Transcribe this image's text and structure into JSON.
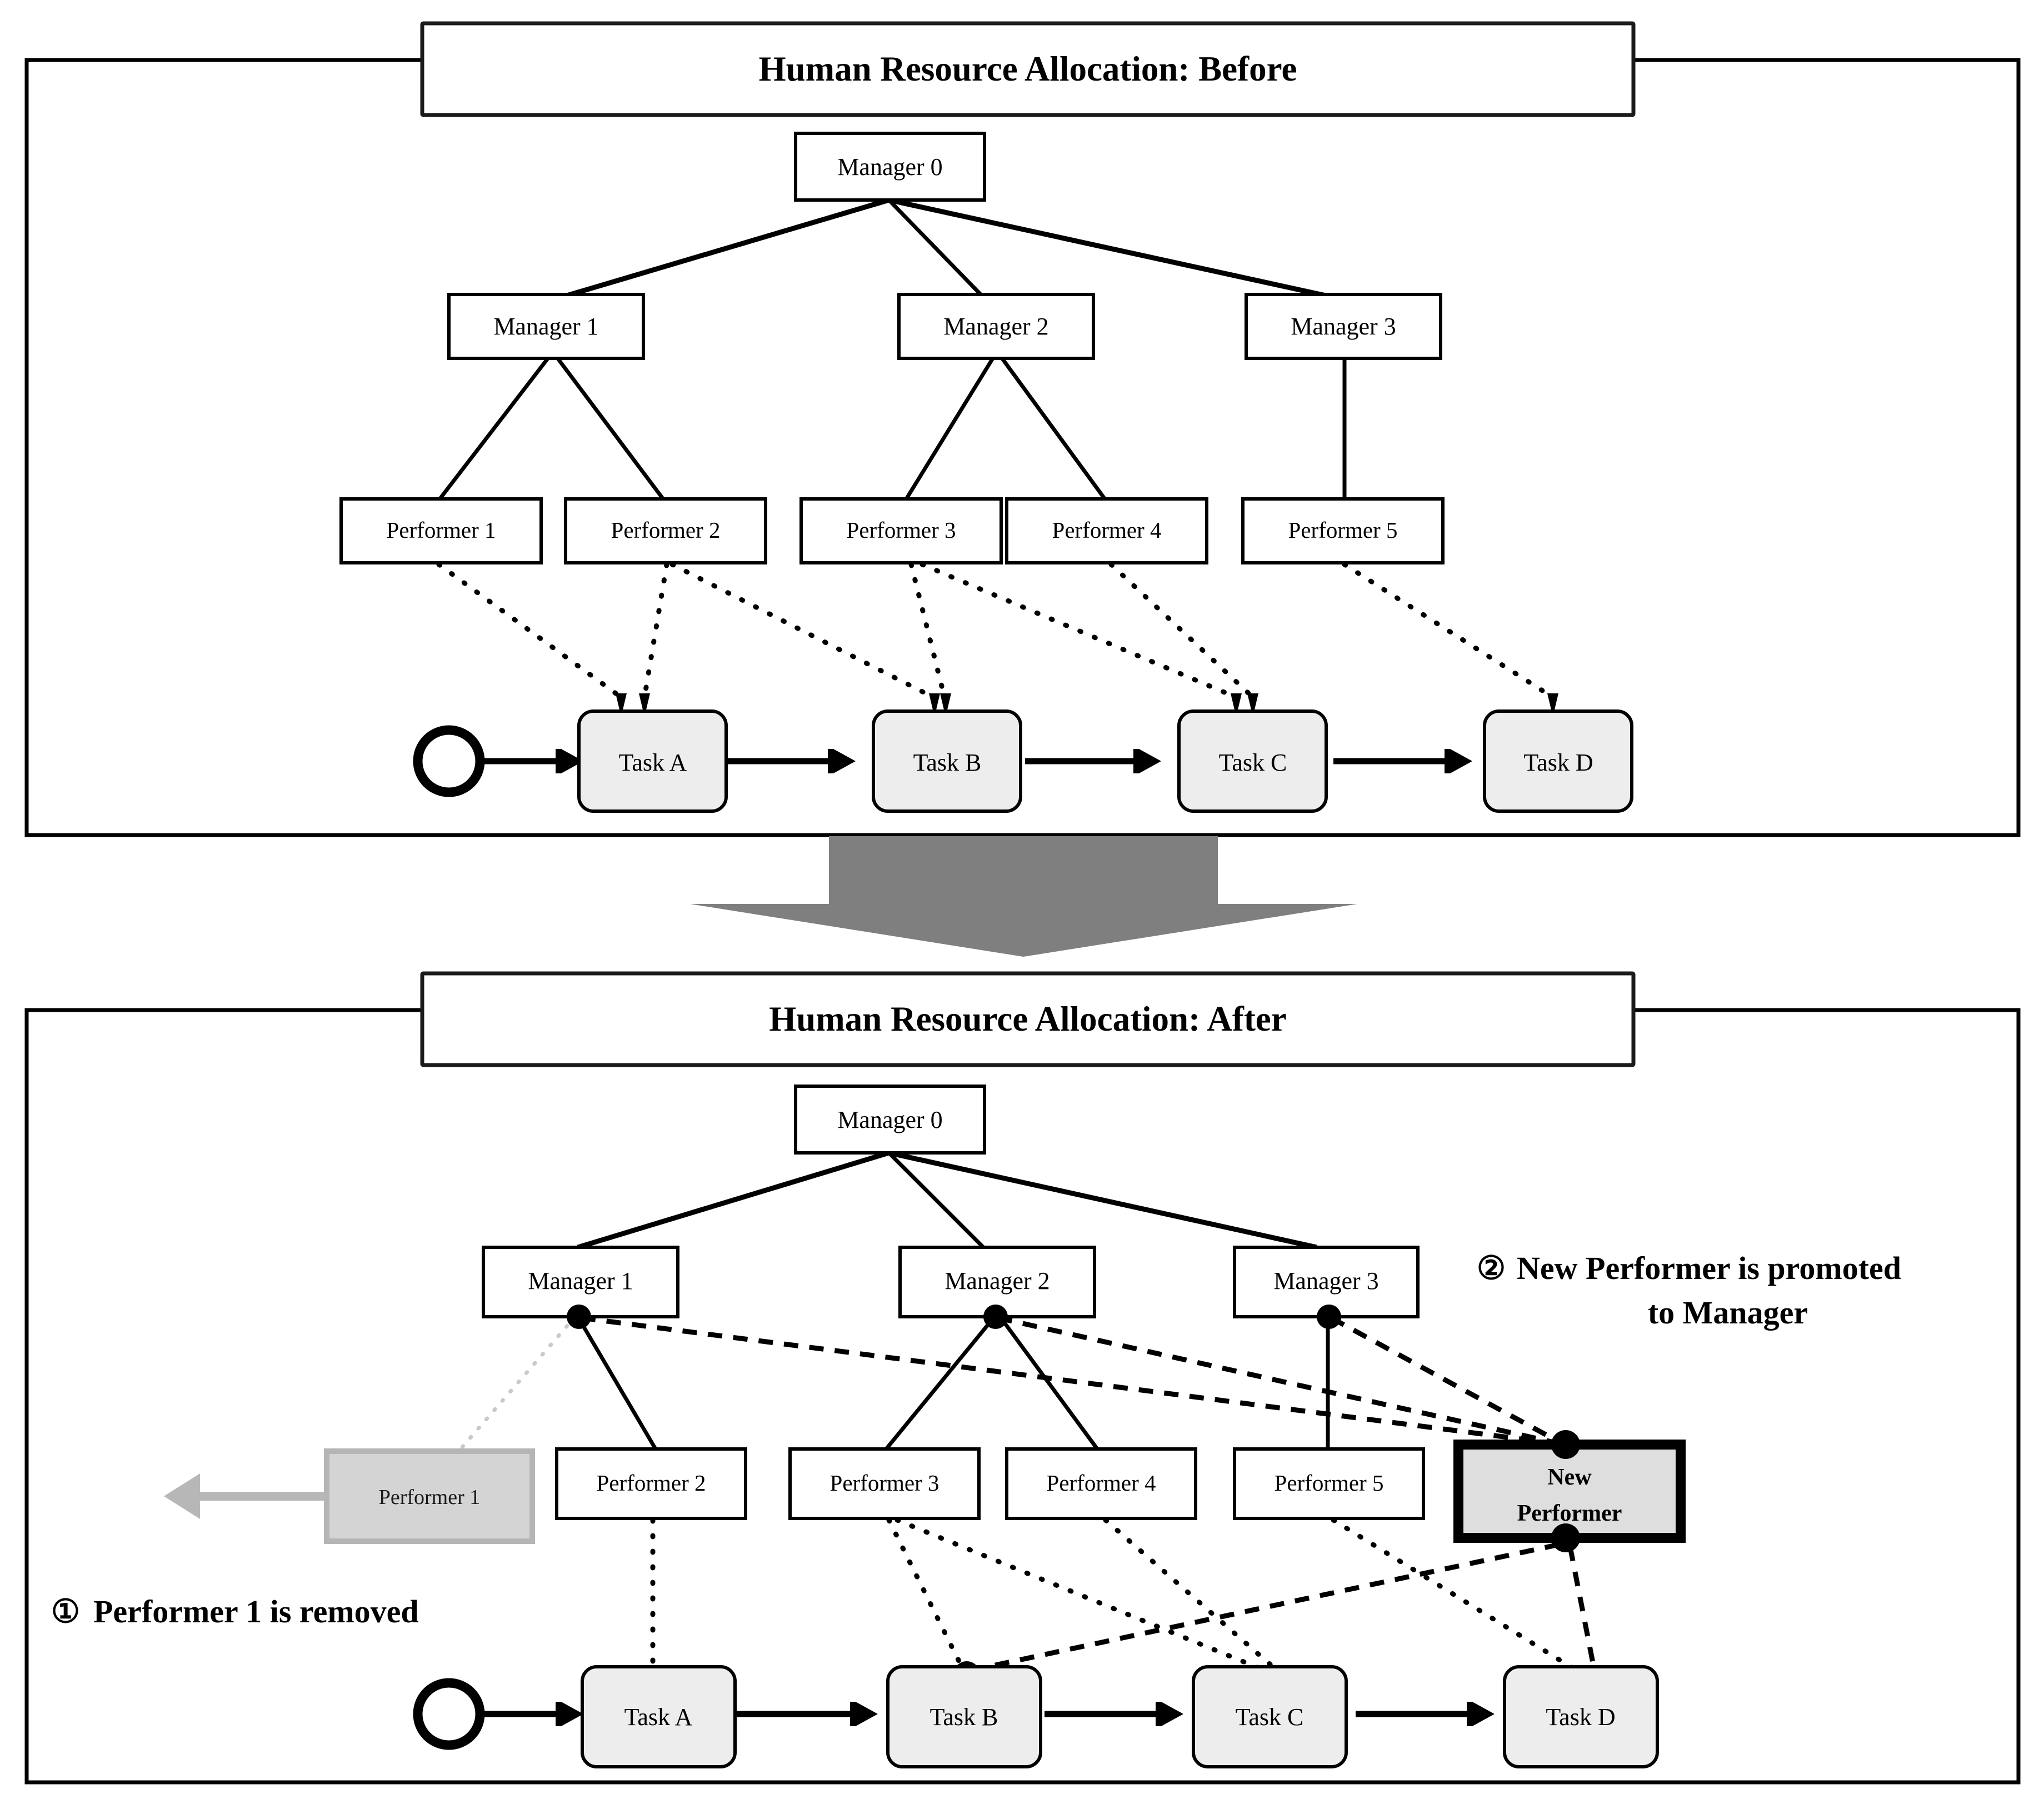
{
  "figure": {
    "panels": [
      {
        "id": "before",
        "title": "Human Resource Allocation: Before",
        "managers": [
          {
            "id": "m0",
            "label": "Manager 0"
          },
          {
            "id": "m1",
            "label": "Manager 1"
          },
          {
            "id": "m2",
            "label": "Manager 2"
          },
          {
            "id": "m3",
            "label": "Manager 3"
          }
        ],
        "performers": [
          {
            "id": "p1",
            "label": "Performer 1"
          },
          {
            "id": "p2",
            "label": "Performer 2"
          },
          {
            "id": "p3",
            "label": "Performer 3"
          },
          {
            "id": "p4",
            "label": "Performer 4"
          },
          {
            "id": "p5",
            "label": "Performer 5"
          }
        ],
        "tasks": [
          {
            "id": "ta",
            "label": "Task A"
          },
          {
            "id": "tb",
            "label": "Task B"
          },
          {
            "id": "tc",
            "label": "Task C"
          },
          {
            "id": "td",
            "label": "Task D"
          }
        ],
        "start_event": "start-event-circle",
        "org_edges": [
          [
            "m0",
            "m1"
          ],
          [
            "m0",
            "m2"
          ],
          [
            "m0",
            "m3"
          ],
          [
            "m1",
            "p1"
          ],
          [
            "m1",
            "p2"
          ],
          [
            "m2",
            "p3"
          ],
          [
            "m2",
            "p4"
          ],
          [
            "m3",
            "p5"
          ]
        ],
        "assignment_edges": [
          [
            "p1",
            "ta"
          ],
          [
            "p2",
            "ta"
          ],
          [
            "p2",
            "tb"
          ],
          [
            "p3",
            "tb"
          ],
          [
            "p3",
            "tc"
          ],
          [
            "p4",
            "tc"
          ],
          [
            "p5",
            "td"
          ]
        ],
        "task_flow": [
          "start",
          "ta",
          "tb",
          "tc",
          "td"
        ]
      },
      {
        "id": "after",
        "title": "Human Resource Allocation: After",
        "managers": [
          {
            "id": "m0",
            "label": "Manager 0"
          },
          {
            "id": "m1",
            "label": "Manager 1"
          },
          {
            "id": "m2",
            "label": "Manager 2"
          },
          {
            "id": "m3",
            "label": "Manager 3"
          }
        ],
        "performers": [
          {
            "id": "p1",
            "label": "Performer 1",
            "state": "removed"
          },
          {
            "id": "p2",
            "label": "Performer 2",
            "state": "active"
          },
          {
            "id": "p3",
            "label": "Performer 3",
            "state": "active"
          },
          {
            "id": "p4",
            "label": "Performer 4",
            "state": "active"
          },
          {
            "id": "p5",
            "label": "Performer 5",
            "state": "active"
          },
          {
            "id": "np",
            "label_line1": "New",
            "label_line2": "Performer",
            "state": "new"
          }
        ],
        "tasks": [
          {
            "id": "ta",
            "label": "Task A"
          },
          {
            "id": "tb",
            "label": "Task B"
          },
          {
            "id": "tc",
            "label": "Task C"
          },
          {
            "id": "td",
            "label": "Task D"
          }
        ],
        "start_event": "start-event-circle",
        "org_edges": [
          [
            "m0",
            "m1"
          ],
          [
            "m0",
            "m2"
          ],
          [
            "m0",
            "m3"
          ],
          [
            "m1",
            "p2"
          ],
          [
            "m2",
            "p3"
          ],
          [
            "m2",
            "p4"
          ],
          [
            "m3",
            "p5"
          ]
        ],
        "new_manager_edges": [
          [
            "m1",
            "np"
          ],
          [
            "m2",
            "np"
          ],
          [
            "m3",
            "np"
          ]
        ],
        "assignment_edges": [
          [
            "p2",
            "ta"
          ],
          [
            "p3",
            "tb"
          ],
          [
            "p3",
            "tc"
          ],
          [
            "p4",
            "tc"
          ],
          [
            "p5",
            "td"
          ]
        ],
        "new_assignment_edges": [
          [
            "np",
            "tb"
          ],
          [
            "np",
            "td"
          ]
        ],
        "removed_edge": [
          "m1",
          "p1"
        ],
        "task_flow": [
          "start",
          "ta",
          "tb",
          "tc",
          "td"
        ]
      }
    ],
    "transition_arrow": "down-arrow",
    "annotations": [
      {
        "id": "note1",
        "marker": "①",
        "text": "Performer 1 is removed"
      },
      {
        "id": "note2",
        "marker": "②",
        "line1": "New Performer is promoted",
        "line2": "to Manager"
      }
    ],
    "colors": {
      "task_fill": "#ededed",
      "removed_fill": "#d4d4d4",
      "new_performer_fill": "#dedede",
      "transition_arrow": "#7f7f7f",
      "stroke": "#000000"
    }
  }
}
